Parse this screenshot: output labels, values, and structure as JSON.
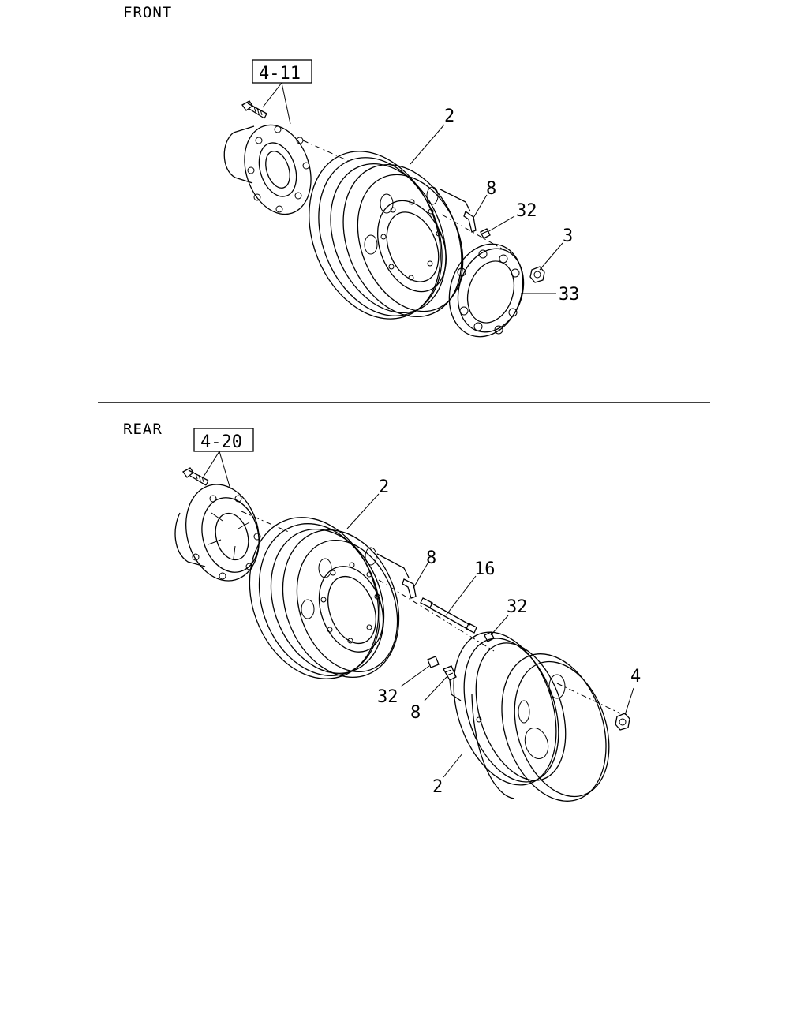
{
  "sections": {
    "front": {
      "title": "FRONT",
      "ref": "4-11",
      "callouts": {
        "wheel": "2",
        "valve": "8",
        "cap": "32",
        "nut": "3",
        "ring": "33"
      }
    },
    "rear": {
      "title": "REAR",
      "ref": "4-20",
      "callouts": {
        "outer_wheel": "2",
        "outer_valve": "8",
        "extension": "16",
        "outer_cap": "32",
        "inner_cap": "32",
        "inner_valve": "8",
        "inner_wheel": "2",
        "nut": "4"
      }
    }
  },
  "colors": {
    "ink": "#000000",
    "paper": "#ffffff"
  }
}
